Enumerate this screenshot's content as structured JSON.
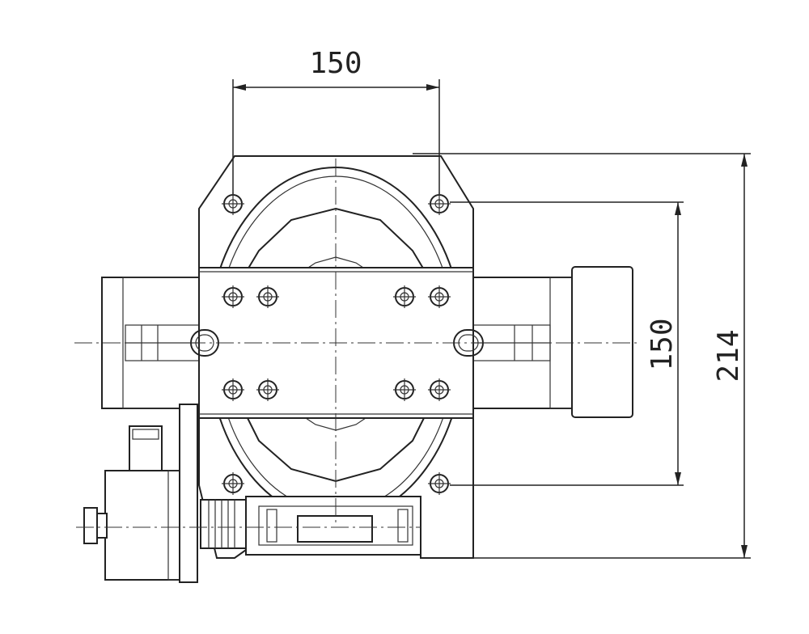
{
  "drawing": {
    "background": "#ffffff",
    "line_color": "#222222",
    "dimensions": {
      "top_width": "150",
      "inner_height": "150",
      "outer_height": "214"
    }
  }
}
